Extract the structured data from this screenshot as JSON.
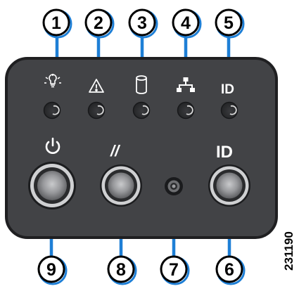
{
  "callouts": {
    "c1": "1",
    "c2": "2",
    "c3": "3",
    "c4": "4",
    "c5": "5",
    "c6": "6",
    "c7": "7",
    "c8": "8",
    "c9": "9"
  },
  "labels": {
    "led_id": "ID",
    "button_id": "ID",
    "reset_symbol": "//"
  },
  "icons": {
    "led1": "system-status-bulb-icon",
    "led2": "warning-triangle-icon",
    "led3": "disk-cylinder-icon",
    "led4": "network-icon",
    "power": "power-icon"
  },
  "figure_id": "231190",
  "colors": {
    "panel": "#424346",
    "panel_border": "#1f1f21",
    "callout_line": "#1e7fd6",
    "led_fill": "#2c2d30"
  }
}
